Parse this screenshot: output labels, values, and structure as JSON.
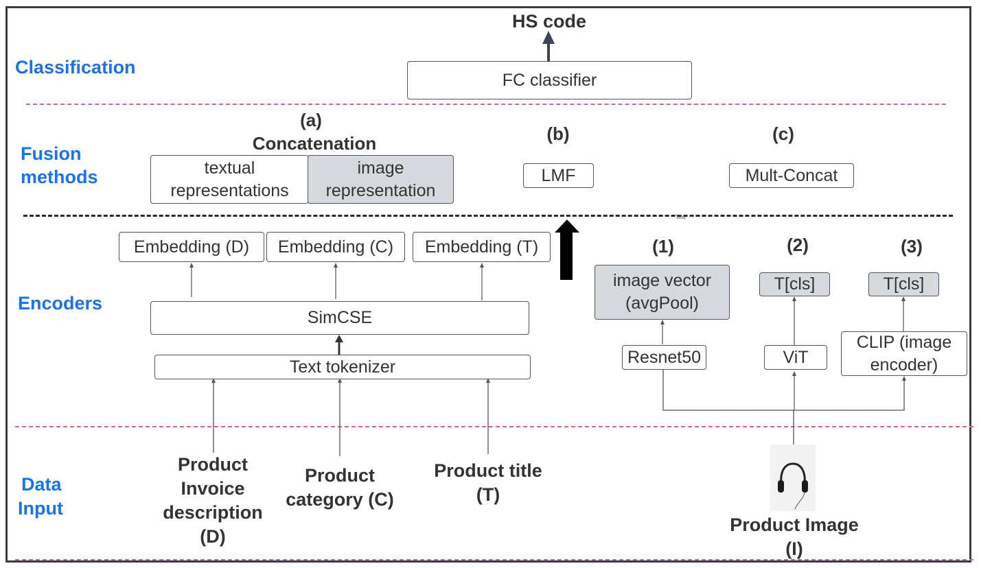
{
  "sections": {
    "classification": "Classification",
    "fusion_line1": "Fusion",
    "fusion_line2": "methods",
    "encoders": "Encoders",
    "data_line1": "Data",
    "data_line2": "Input"
  },
  "classification": {
    "output": "HS code",
    "classifier": "FC classifier"
  },
  "fusion": {
    "a_label": "(a)",
    "a_title": "Concatenation",
    "textual_line1": "textual",
    "textual_line2": "representations",
    "image_line1": "image",
    "image_line2": "representation",
    "b_label": "(b)",
    "b_box": "LMF",
    "c_label": "(c)",
    "c_box": "Mult-Concat"
  },
  "small_text": "Text",
  "encoders": {
    "emb_d": "Embedding (D)",
    "emb_c": "Embedding (C)",
    "emb_t": "Embedding (T)",
    "simcse": "SimCSE",
    "tokenizer": "Text tokenizer",
    "opt1_label": "(1)",
    "opt2_label": "(2)",
    "opt3_label": "(3)",
    "img_vec_line1": "image vector",
    "img_vec_line2": "(avgPool)",
    "tcls_2": "T[cls]",
    "tcls_3": "T[cls]",
    "resnet": "Resnet50",
    "vit": "ViT",
    "clip_line1": "CLIP (image",
    "clip_line2": "encoder)"
  },
  "inputs": {
    "d_line1": "Product",
    "d_line2": "Invoice",
    "d_line3": "description",
    "d_line4": "(D)",
    "c_line1": "Product",
    "c_line2": "category (C)",
    "t_line1": "Product title",
    "t_line2": "(T)",
    "i_line1": "Product Image",
    "i_line2": "(I)"
  },
  "colors": {
    "section_label": "#1a73e8",
    "grey_box": "#d6d9de",
    "divider_pink": "#c46aa0"
  },
  "icons": {
    "product_image": "headphones-icon"
  }
}
